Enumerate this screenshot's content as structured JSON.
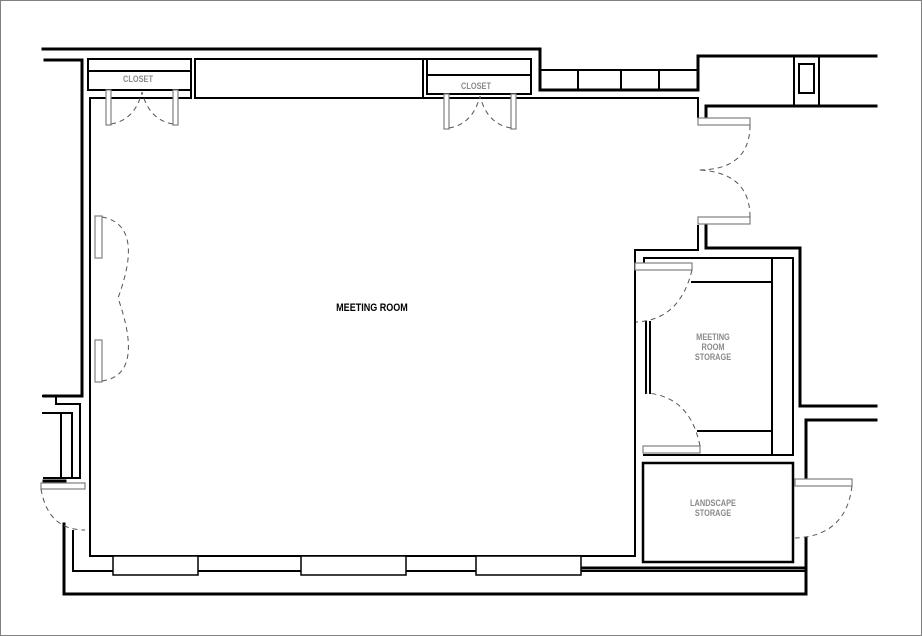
{
  "plan": {
    "rooms": [
      {
        "id": "meeting-room",
        "label": "MEETING ROOM"
      },
      {
        "id": "closet-left",
        "label": "CLOSET"
      },
      {
        "id": "closet-right",
        "label": "CLOSET"
      },
      {
        "id": "meeting-room-storage",
        "label": "MEETING\nROOM\nSTORAGE"
      },
      {
        "id": "landscape-storage",
        "label": "LANDSCAPE\nSTORAGE"
      }
    ],
    "colors": {
      "wall": "#000000",
      "door_leaf": "#808080",
      "door_swing": "#555555",
      "label_primary": "#000000",
      "label_secondary": "#8a8a8a",
      "frame": "#808080"
    }
  }
}
